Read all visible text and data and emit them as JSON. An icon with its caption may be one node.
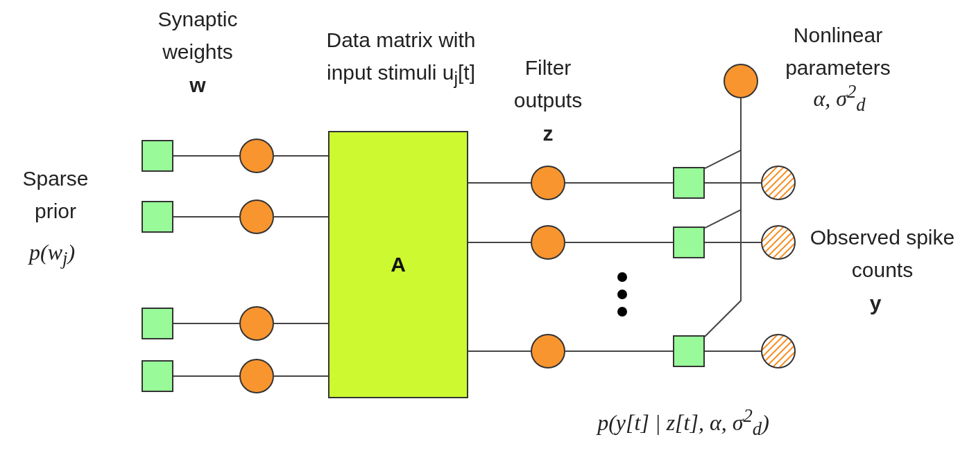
{
  "diagram": {
    "nodes": [
      {
        "text": [],
        "shape": "box"
      },
      {
        "text": [],
        "shape": "box"
      },
      {
        "text": [],
        "shape": "box"
      },
      {
        "text": [],
        "shape": "box"
      },
      {
        "text": [],
        "shape": "circle"
      },
      {
        "text": [],
        "shape": "circle"
      },
      {
        "text": [],
        "shape": "circle"
      },
      {
        "text": [],
        "shape": "circle"
      },
      {
        "text": [
          "A"
        ]
      },
      {
        "text": [],
        "shape": "circle"
      },
      {
        "text": [],
        "shape": "circle"
      },
      {
        "text": [],
        "shape": "circle"
      },
      {
        "text": [],
        "shape": "box"
      },
      {
        "text": [],
        "shape": "box"
      },
      {
        "text": [],
        "shape": "box"
      },
      {
        "text": [],
        "shape": "circle"
      },
      {
        "text": [],
        "shape": "circle"
      },
      {
        "text": [],
        "shape": "circle"
      },
      {
        "text": [],
        "shape": "circle"
      }
    ],
    "edges": [
      {
        "from": 0,
        "to": 4,
        "arrow": "none"
      },
      {
        "from": 1,
        "to": 5,
        "arrow": "none"
      },
      {
        "from": 2,
        "to": 6,
        "arrow": "none"
      },
      {
        "from": 3,
        "to": 7,
        "arrow": "none"
      },
      {
        "from": 4,
        "to": 8,
        "arrow": "none"
      },
      {
        "from": 5,
        "to": 8,
        "arrow": "none"
      },
      {
        "from": 6,
        "to": 8,
        "arrow": "none"
      },
      {
        "from": 7,
        "to": 8,
        "arrow": "none"
      },
      {
        "from": 8,
        "to": 9,
        "arrow": "none"
      },
      {
        "from": 8,
        "to": 10,
        "arrow": "none"
      },
      {
        "from": 8,
        "to": 11,
        "arrow": "none"
      },
      {
        "from": 9,
        "to": 12,
        "arrow": "none"
      },
      {
        "from": 10,
        "to": 13,
        "arrow": "none"
      },
      {
        "from": 11,
        "to": 14,
        "arrow": "none"
      },
      {
        "from": 12,
        "to": 15,
        "arrow": "none"
      },
      {
        "from": 13,
        "to": 16,
        "arrow": "none"
      },
      {
        "from": 14,
        "to": 17,
        "arrow": "none"
      },
      {
        "from": 18,
        "to": 12,
        "arrow": "none"
      },
      {
        "from": 18,
        "to": 13,
        "arrow": "none"
      },
      {
        "from": 18,
        "to": 14,
        "arrow": "none"
      }
    ],
    "labels": [
      "Synaptic weights",
      "w",
      "Data matrix with input stimuli u$_{j}$[t]",
      "Filter outputs",
      "z",
      "Nonlinear parameters",
      "α, σ$^{2}$$_{d}$",
      "Sparse prior",
      "p(w$_{j}$)",
      "Observed spike counts",
      "y",
      "p(y[t] | z[t], α, σ$^{2}$$_{d}$)"
    ]
  }
}
